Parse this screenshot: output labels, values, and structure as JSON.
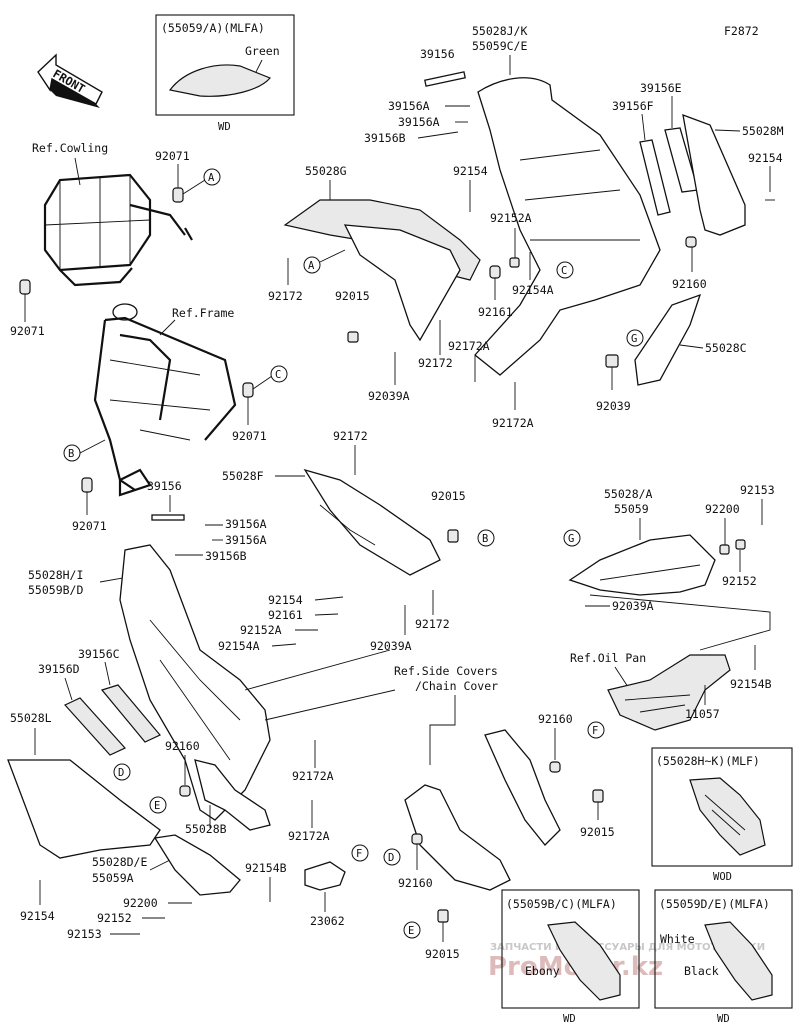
{
  "figure_code": "F2872",
  "front_label": "FRONT",
  "labels": {
    "p55059A_MLFA": "(55059/A)(MLFA)",
    "green": "Green",
    "wd": "WD",
    "p55028JK": "55028J/K",
    "p55059CE": "55059C/E",
    "p39156": "39156",
    "p39156A": "39156A",
    "p39156B": "39156B",
    "p39156E": "39156E",
    "p39156F": "39156F",
    "p55028M": "55028M",
    "p92154": "92154",
    "refCowling": "Ref.Cowling",
    "p92071": "92071",
    "p55028G": "55028G",
    "p92152A": "92152A",
    "p92154A": "92154A",
    "p92172": "92172",
    "p92015": "92015",
    "p92161": "92161",
    "p92160": "92160",
    "p92172A": "92172A",
    "p55028C": "55028C",
    "p92039": "92039",
    "p92039A": "92039A",
    "refFrame": "Ref.Frame",
    "p55028F": "55028F",
    "p55028HI": "55028H/I",
    "p55059BD": "55059B/D",
    "p55028A": "55028/A",
    "p55059": "55059",
    "p92153": "92153",
    "p92200": "92200",
    "p92152": "92152",
    "refOilPan": "Ref.Oil Pan",
    "p92154B": "92154B",
    "p11057": "11057",
    "p39156C": "39156C",
    "p39156D": "39156D",
    "p55028L": "55028L",
    "p55028B": "55028B",
    "p55028DE": "55028D/E",
    "p55059A": "55059A",
    "p23062": "23062",
    "refSideCovers": "Ref.Side Covers",
    "chainCover": "/Chain Cover",
    "p55028HK_MLF": "(55028H~K)(MLF)",
    "wod": "WOD",
    "p55059BC_MLFA": "(55059B/C)(MLFA)",
    "p55059DE_MLFA": "(55059D/E)(MLFA)",
    "ebony": "Ebony",
    "white": "White",
    "black": "Black"
  },
  "callouts": {
    "A": "A",
    "B": "B",
    "C": "C",
    "D": "D",
    "E": "E",
    "F": "F",
    "G": "G"
  },
  "watermark": {
    "small": "ЗАПЧАСТИ И АКСЕССУАРЫ ДЛЯ МОТОТЕХНИКИ",
    "big": "ProMotor.kz"
  },
  "colors": {
    "ink": "#111111",
    "watermark": "#d9b0b0",
    "watermark_small": "#c8c8c8"
  }
}
